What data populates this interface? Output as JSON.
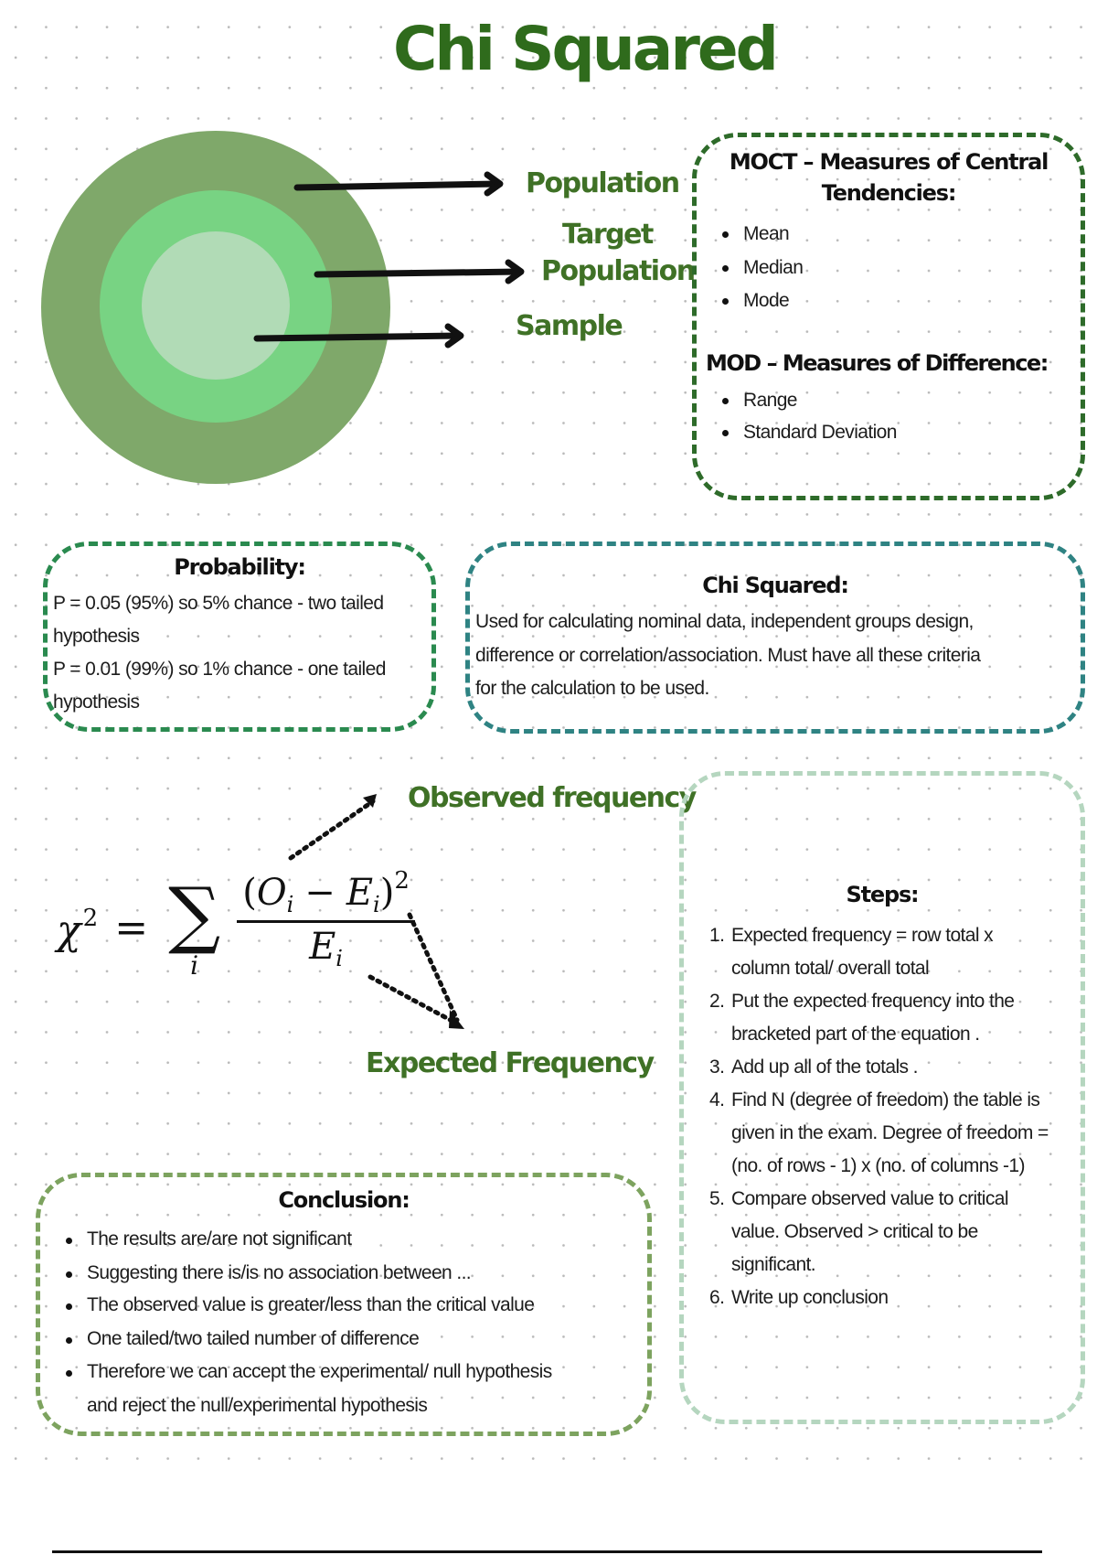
{
  "page": {
    "title": "Chi Squared"
  },
  "population_diagram": {
    "rings": [
      {
        "label": "Population",
        "color": "#7fa86a"
      },
      {
        "label": "Target Population",
        "color": "#78d383"
      },
      {
        "label": "Sample",
        "color": "#b1dbb6"
      }
    ],
    "labels": {
      "population": "Population",
      "target_line1": "Target",
      "target_line2": "Population",
      "sample": "Sample"
    }
  },
  "measures_box": {
    "moct_title_line1": "MOCT – Measures of Central",
    "moct_title_line2": "Tendencies:",
    "moct_items": [
      "Mean",
      "Median",
      "Mode"
    ],
    "mod_title": "MOD – Measures of Difference:",
    "mod_items": [
      "Range",
      "Standard Deviation"
    ],
    "border_color": "#2e6b2a"
  },
  "probability_box": {
    "title": "Probability:",
    "lines": [
      "P = 0.05 (95%)  so 5% chance - two tailed",
      "hypothesis",
      "P = 0.01 (99%) so 1% chance - one tailed",
      "hypothesis"
    ],
    "border_color": "#2a8a4f"
  },
  "chi_box": {
    "title": "Chi Squared:",
    "lines": [
      "Used for calculating nominal data, independent groups design,",
      "difference or correlation/association. Must have all these criteria",
      "for the calculation to be used."
    ],
    "border_color": "#2f8383"
  },
  "formula": {
    "lhs_symbol": "χ",
    "lhs_exponent": "2",
    "equals": "=",
    "sum_symbol": "∑",
    "sum_index": "i",
    "open_paren": "(",
    "observed": "O",
    "observed_sub": "i",
    "minus": "−",
    "expected": "E",
    "expected_sub": "i",
    "close_paren": ")",
    "numerator_exponent": "2",
    "denominator": "E",
    "denominator_sub": "i",
    "observed_label": "Observed frequency",
    "expected_label": "Expected Frequency"
  },
  "steps_box": {
    "title": "Steps:",
    "steps": [
      {
        "number": "1.",
        "lines": [
          "Expected frequency = row total x",
          "column total/ overall total"
        ]
      },
      {
        "number": "2.",
        "lines": [
          "Put the expected frequency into the",
          "bracketed part of the equation ."
        ]
      },
      {
        "number": "3.",
        "lines": [
          "Add up all of the totals ."
        ]
      },
      {
        "number": "4.",
        "lines": [
          "Find N (degree of freedom) the table is",
          "given in the exam. Degree of freedom =",
          "(no. of rows - 1) x (no. of columns -1)"
        ]
      },
      {
        "number": "5.",
        "lines": [
          "Compare observed value to critical",
          "value. Observed > critical to be",
          "significant."
        ]
      },
      {
        "number": "6.",
        "lines": [
          "Write up conclusion"
        ]
      }
    ],
    "border_color": "#b5d6bf"
  },
  "conclusion_box": {
    "title": "Conclusion:",
    "bullets": [
      "The results are/are not significant",
      "Suggesting there is/is no association between ...",
      "The observed value is greater/less than the critical value",
      "One tailed/two tailed number of difference",
      "Therefore we can accept the experimental/ null hypothesis",
      "and reject the null/experimental hypothesis"
    ],
    "border_color": "#7da35f"
  },
  "colors": {
    "title": "#2f6b1c",
    "label": "#3f7126",
    "arrow": "#111111"
  }
}
